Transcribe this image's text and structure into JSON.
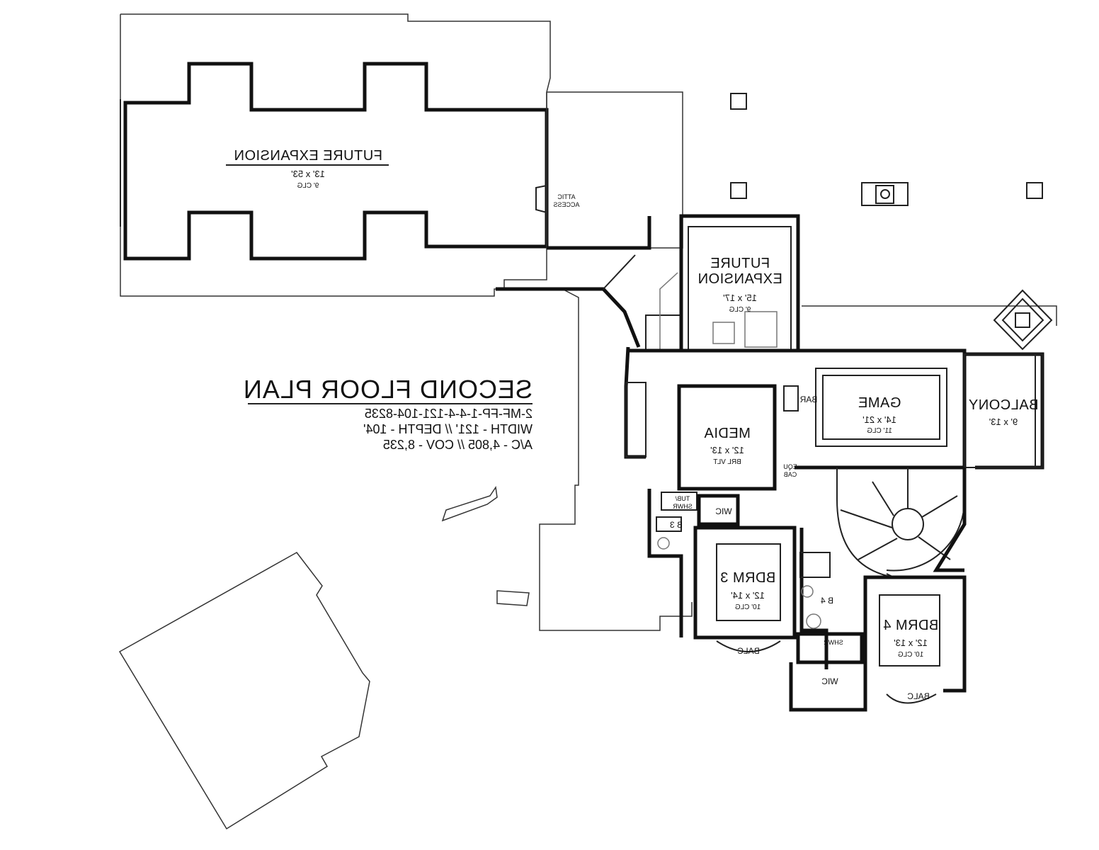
{
  "plan": {
    "title": "SECOND FLOOR PLAN",
    "info_lines": [
      "2-MF-FP-1-4-4-121-104-8235",
      "WIDTH - 121' // DEPTH - 104'",
      "A/C - 4,805 // COV - 8,235"
    ]
  },
  "rooms": {
    "future_expansion_main": {
      "name": "FUTURE EXPANSION",
      "dims": "13' x 53'",
      "clg": "9' CLG"
    },
    "future_expansion_small": {
      "name_line1": "FUTURE",
      "name_line2": "EXPANSION",
      "dims": "15' x 17'",
      "clg": "9' CLG"
    },
    "game": {
      "name": "GAME",
      "dims": "14' x 21'",
      "clg": "11' CLG"
    },
    "balcony": {
      "name": "BALCONY",
      "dims": "9' x 13'"
    },
    "media": {
      "name": "MEDIA",
      "dims": "12' x 13'",
      "clg": "BRL VLT"
    },
    "bdrm3": {
      "name": "BDRM 3",
      "dims": "12' x 14'",
      "clg": "10' CLG"
    },
    "bdrm4": {
      "name": "BDRM 4",
      "dims": "12' x 13'",
      "clg": "10' CLG"
    },
    "balc_left": {
      "name": "BALC"
    },
    "balc_right": {
      "name": "BALC"
    }
  },
  "labels": {
    "attic_access_1": "ATTIC",
    "attic_access_2": "ACCESS",
    "bar": "BAR",
    "equip_1": "EQU",
    "equip_2": "CAB",
    "tub_1": "TUB/",
    "tub_2": "SHWR",
    "bath_3": "B 3",
    "bath_4": "B 4",
    "wic_left": "WIC",
    "wic_bottom": "WIC",
    "shwr": "SHWR"
  }
}
